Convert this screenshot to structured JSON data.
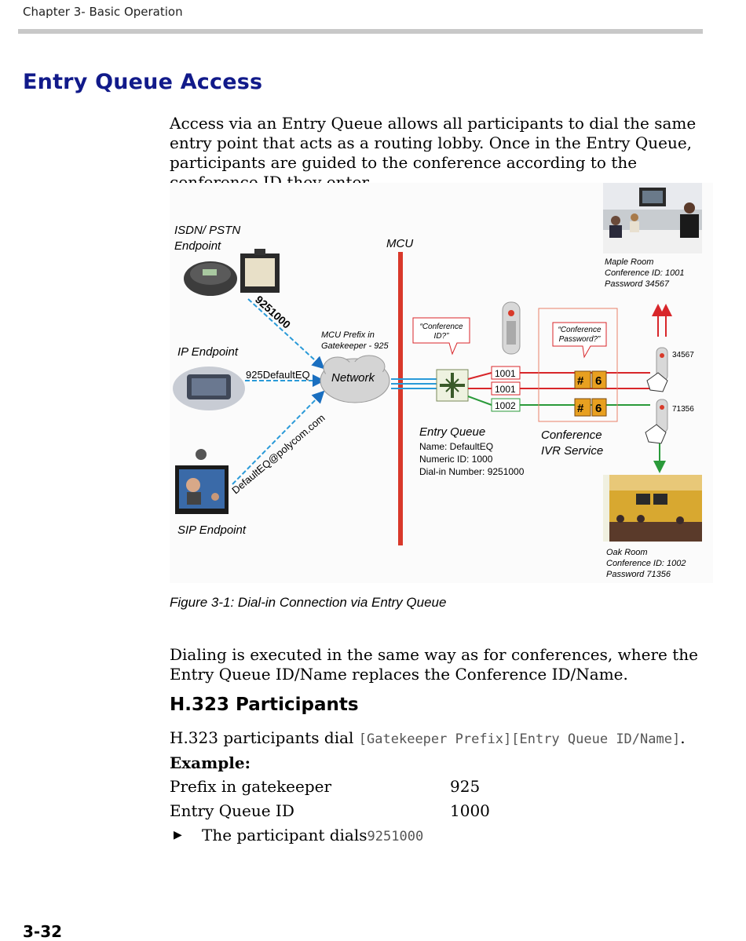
{
  "header": {
    "chapter": "Chapter 3- Basic Operation"
  },
  "title": "Entry Queue Access",
  "intro": "Access via an Entry Queue allows all participants to dial the same entry point that acts as a routing lobby. Once in the Entry Queue, participants are guided to the conference according to the conference ID they enter.",
  "diagram": {
    "isdn_label_1": "ISDN/ PSTN",
    "isdn_label_2": "Endpoint",
    "ip_label": "IP Endpoint",
    "sip_label": "SIP Endpoint",
    "mcu_label": "MCU",
    "mcu_prefix_1": "MCU Prefix in",
    "mcu_prefix_2": "Gatekeeper - 925",
    "dial_isdn": "9251000",
    "dial_ip": "925DefaultEQ",
    "dial_sip": "DefaultEQ@polycom.com",
    "network_label": "Network",
    "bubble_conf_id_1": "“Conference",
    "bubble_conf_id_2": "ID?”",
    "bubble_password_1": "“Conference",
    "bubble_password_2": "Password?”",
    "id_1001_a": "1001",
    "id_1001_b": "1001",
    "id_1002": "1002",
    "eq_title": "Entry Queue",
    "eq_name": "Name: DefaultEQ",
    "eq_numeric": "Numeric ID: 1000",
    "eq_dialin": "Dial-in Number: 9251000",
    "ivr_1": "Conference",
    "ivr_2": "IVR Service",
    "pw_1": "34567",
    "pw_2": "71356",
    "maple_1": "Maple Room",
    "maple_2": "Conference ID: 1001",
    "maple_3": "Password 34567",
    "oak_1": "Oak Room",
    "oak_2": "Conference ID: 1002",
    "oak_3": "Password 71356"
  },
  "caption": "Figure 3-1: Dial-in Connection via Entry Queue",
  "para2": "Dialing is executed in the same way as for conferences, where the Entry Queue ID/Name replaces the Conference ID/Name.",
  "h323": {
    "heading": "H.323 Participants",
    "dial_prefix": "H.323 participants dial ",
    "dial_code": "[Gatekeeper Prefix][Entry Queue ID/Name]",
    "dial_suffix": ".",
    "example_label": "Example:",
    "row1_label": "Prefix in gatekeeper",
    "row1_value": "925",
    "row2_label": "Entry Queue ID",
    "row2_value": "1000",
    "bullet_text": "The participant dials",
    "bullet_code": "9251000"
  },
  "page_number": "3-32",
  "colors": {
    "title": "#111a8a",
    "mcu_line": "#d9382a",
    "arrow_blue": "#2a9ad8",
    "red_line": "#d8262a",
    "green_line": "#2a9a3a"
  }
}
